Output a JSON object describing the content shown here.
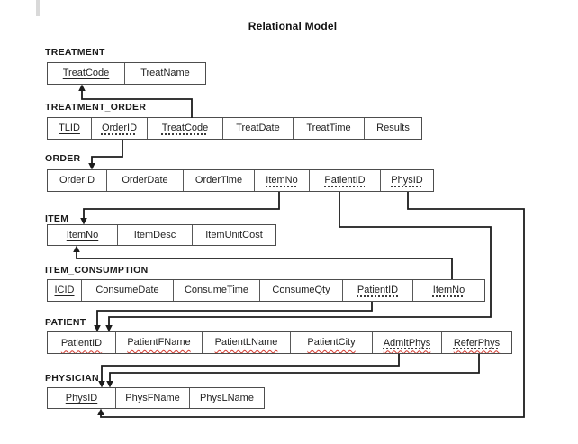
{
  "title": "Relational Model",
  "tables": [
    {
      "name": "TREATMENT",
      "columns": [
        {
          "label": "TreatCode",
          "underline": "solid",
          "squiggle": false
        },
        {
          "label": "TreatName",
          "underline": "none",
          "squiggle": false
        }
      ]
    },
    {
      "name": "TREATMENT_ORDER",
      "columns": [
        {
          "label": "TLID",
          "underline": "solid",
          "squiggle": false
        },
        {
          "label": "OrderID",
          "underline": "dotted",
          "squiggle": false
        },
        {
          "label": "TreatCode",
          "underline": "dotted",
          "squiggle": false
        },
        {
          "label": "TreatDate",
          "underline": "none",
          "squiggle": false
        },
        {
          "label": "TreatTime",
          "underline": "none",
          "squiggle": false
        },
        {
          "label": "Results",
          "underline": "none",
          "squiggle": false
        }
      ]
    },
    {
      "name": "ORDER",
      "columns": [
        {
          "label": "OrderID",
          "underline": "solid",
          "squiggle": false
        },
        {
          "label": "OrderDate",
          "underline": "none",
          "squiggle": false
        },
        {
          "label": "OrderTime",
          "underline": "none",
          "squiggle": false
        },
        {
          "label": "ItemNo",
          "underline": "dotted",
          "squiggle": false
        },
        {
          "label": "PatientID",
          "underline": "dotted",
          "squiggle": false
        },
        {
          "label": "PhysID",
          "underline": "dotted",
          "squiggle": false
        }
      ]
    },
    {
      "name": "ITEM",
      "columns": [
        {
          "label": "ItemNo",
          "underline": "solid",
          "squiggle": false
        },
        {
          "label": "ItemDesc",
          "underline": "none",
          "squiggle": false
        },
        {
          "label": "ItemUnitCost",
          "underline": "none",
          "squiggle": false
        }
      ]
    },
    {
      "name": "ITEM_CONSUMPTION",
      "columns": [
        {
          "label": "ICID",
          "underline": "solid",
          "squiggle": false
        },
        {
          "label": "ConsumeDate",
          "underline": "none",
          "squiggle": false
        },
        {
          "label": "ConsumeTime",
          "underline": "none",
          "squiggle": false
        },
        {
          "label": "ConsumeQty",
          "underline": "none",
          "squiggle": false
        },
        {
          "label": "PatientID",
          "underline": "dotted",
          "squiggle": false
        },
        {
          "label": "ItemNo",
          "underline": "dotted",
          "squiggle": false
        }
      ]
    },
    {
      "name": "PATIENT",
      "columns": [
        {
          "label": "PatientID",
          "underline": "solid",
          "squiggle": true
        },
        {
          "label": "PatientFName",
          "underline": "none",
          "squiggle": true
        },
        {
          "label": "PatientLName",
          "underline": "none",
          "squiggle": true
        },
        {
          "label": "PatientCity",
          "underline": "none",
          "squiggle": true
        },
        {
          "label": "AdmitPhys",
          "underline": "dotted",
          "squiggle": true
        },
        {
          "label": "ReferPhys",
          "underline": "dotted",
          "squiggle": true
        }
      ]
    },
    {
      "name": "PHYSICIAN",
      "columns": [
        {
          "label": "PhysID",
          "underline": "solid",
          "squiggle": false
        },
        {
          "label": "PhysFName",
          "underline": "none",
          "squiggle": false
        },
        {
          "label": "PhysLName",
          "underline": "none",
          "squiggle": false
        }
      ]
    }
  ],
  "relationships": [
    {
      "from": "TREATMENT_ORDER.TreatCode",
      "to": "TREATMENT.TreatCode"
    },
    {
      "from": "TREATMENT_ORDER.OrderID",
      "to": "ORDER.OrderID"
    },
    {
      "from": "ORDER.ItemNo",
      "to": "ITEM.ItemNo"
    },
    {
      "from": "ORDER.PatientID",
      "to": "PATIENT.PatientID"
    },
    {
      "from": "ORDER.PhysID",
      "to": "PHYSICIAN.PhysID"
    },
    {
      "from": "ITEM_CONSUMPTION.ItemNo",
      "to": "ITEM.ItemNo"
    },
    {
      "from": "ITEM_CONSUMPTION.PatientID",
      "to": "PATIENT.PatientID"
    },
    {
      "from": "PATIENT.AdmitPhys",
      "to": "PHYSICIAN.PhysID"
    },
    {
      "from": "PATIENT.ReferPhys",
      "to": "PHYSICIAN.PhysID"
    }
  ],
  "colors": {
    "wire": "#1c1c1c",
    "border": "#4d4d4d",
    "squiggle": "#d33a2f"
  }
}
